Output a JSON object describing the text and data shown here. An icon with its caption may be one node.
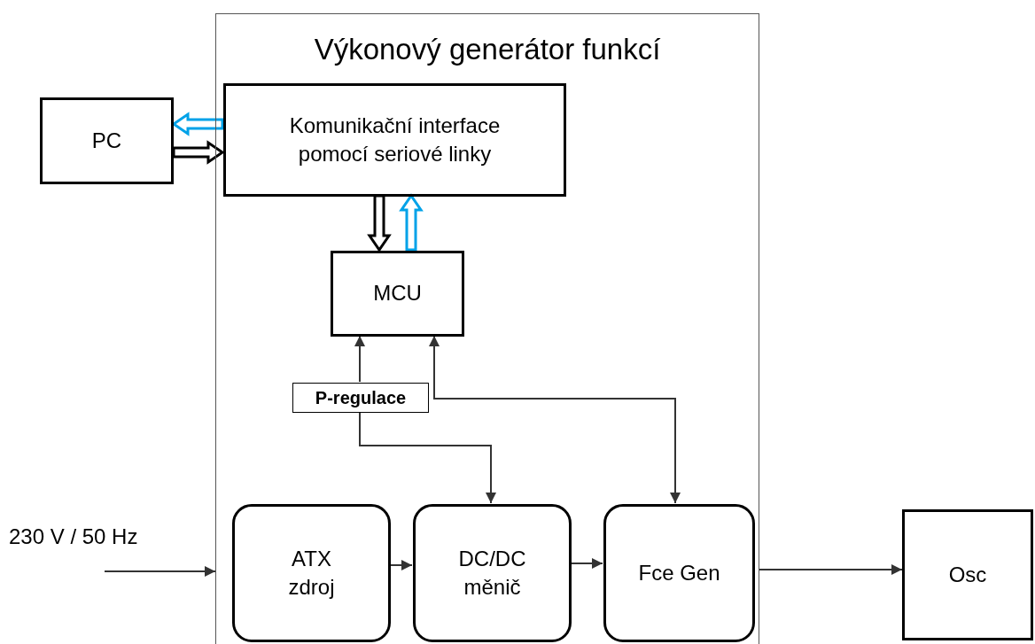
{
  "diagram": {
    "nodes": [
      {
        "text": [
          "Výkonový generátor funkcí"
        ]
      },
      {
        "text": [
          "PC"
        ]
      },
      {
        "text": [
          "Komunikační interface pomocí seriové linky"
        ],
        "in": 0
      },
      {
        "text": [
          "MCU"
        ],
        "in": 0
      },
      {
        "text": [
          "P-regulace"
        ],
        "in": 0
      },
      {
        "text": [
          "ATX zdroj"
        ],
        "in": 0
      },
      {
        "text": [
          "DC/DC měnič"
        ],
        "in": 0
      },
      {
        "text": [
          "Fce Gen"
        ],
        "in": 0
      },
      {
        "text": [
          "Osc"
        ]
      }
    ],
    "edges": [
      {
        "from": 2,
        "to": 1,
        "arrow": "to",
        "style": "thick",
        "color": "#00a2e8"
      },
      {
        "from": 1,
        "to": 2,
        "arrow": "to",
        "style": "thick"
      },
      {
        "from": 2,
        "to": 3,
        "arrow": "to",
        "style": "thick"
      },
      {
        "from": 3,
        "to": 2,
        "arrow": "to",
        "style": "thick",
        "color": "#00a2e8"
      },
      {
        "from": 4,
        "to": 3,
        "arrow": "to"
      },
      {
        "from": 4,
        "to": 6,
        "arrow": "to"
      },
      {
        "from": 3,
        "to": 7,
        "arrow": "both"
      },
      {
        "from": null,
        "to": 0,
        "arrow": "to",
        "label": "230 V / 50 Hz"
      },
      {
        "from": 5,
        "to": 6,
        "arrow": "to"
      },
      {
        "from": 6,
        "to": 7,
        "arrow": "to"
      },
      {
        "from": 0,
        "to": 8,
        "arrow": "to"
      }
    ]
  }
}
